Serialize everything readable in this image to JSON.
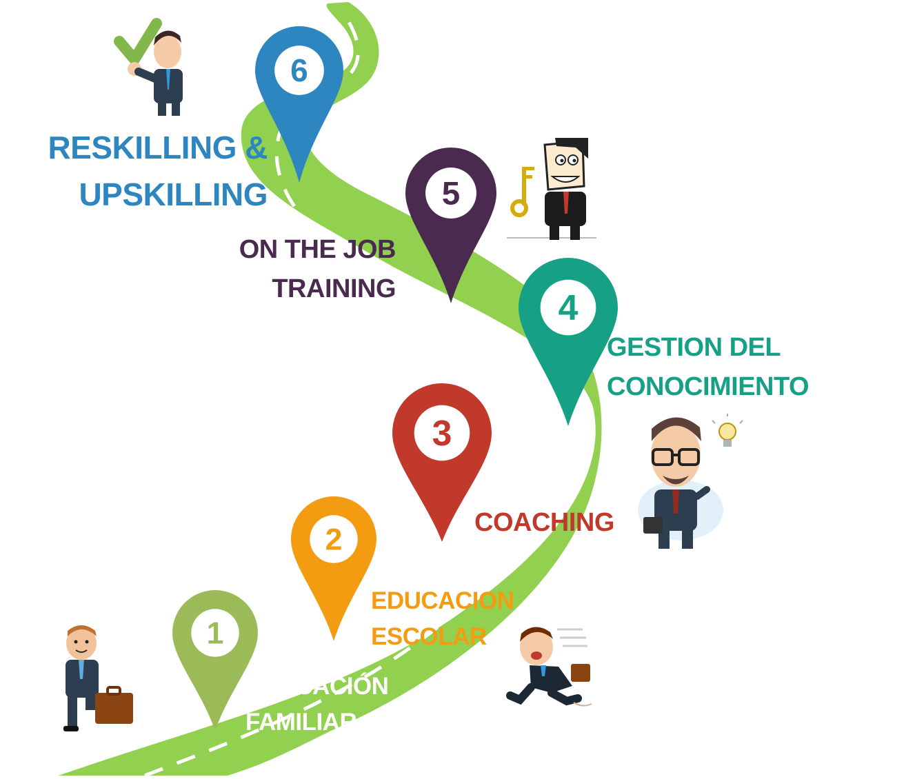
{
  "steps": [
    {
      "number": "1",
      "line1": "EDUCACIÓN",
      "line2": "FAMILIAR",
      "color": "#9bbb59"
    },
    {
      "number": "2",
      "line1": "EDUCACION",
      "line2": "ESCOLAR",
      "color": "#f39c12"
    },
    {
      "number": "3",
      "line1": "COACHING",
      "line2": "",
      "color": "#c0392b"
    },
    {
      "number": "4",
      "line1": "GESTION DEL",
      "line2": "CONOCIMIENTO",
      "color": "#16a085"
    },
    {
      "number": "5",
      "line1": "ON THE JOB",
      "line2": "TRAINING",
      "color": "#4a2a4f"
    },
    {
      "number": "6",
      "line1": "RESKILLING &",
      "line2": "UPSKILLING",
      "color": "#2e86c1"
    }
  ],
  "colors": {
    "road": "#92d050",
    "road_dash": "#ffffff",
    "pin_inner": "#ffffff"
  },
  "icons": [
    "businessman-briefcase-icon",
    "running-businessman-icon",
    "idea-businessman-icon",
    "businessman-key-icon",
    "businessman-checkmark-icon"
  ]
}
